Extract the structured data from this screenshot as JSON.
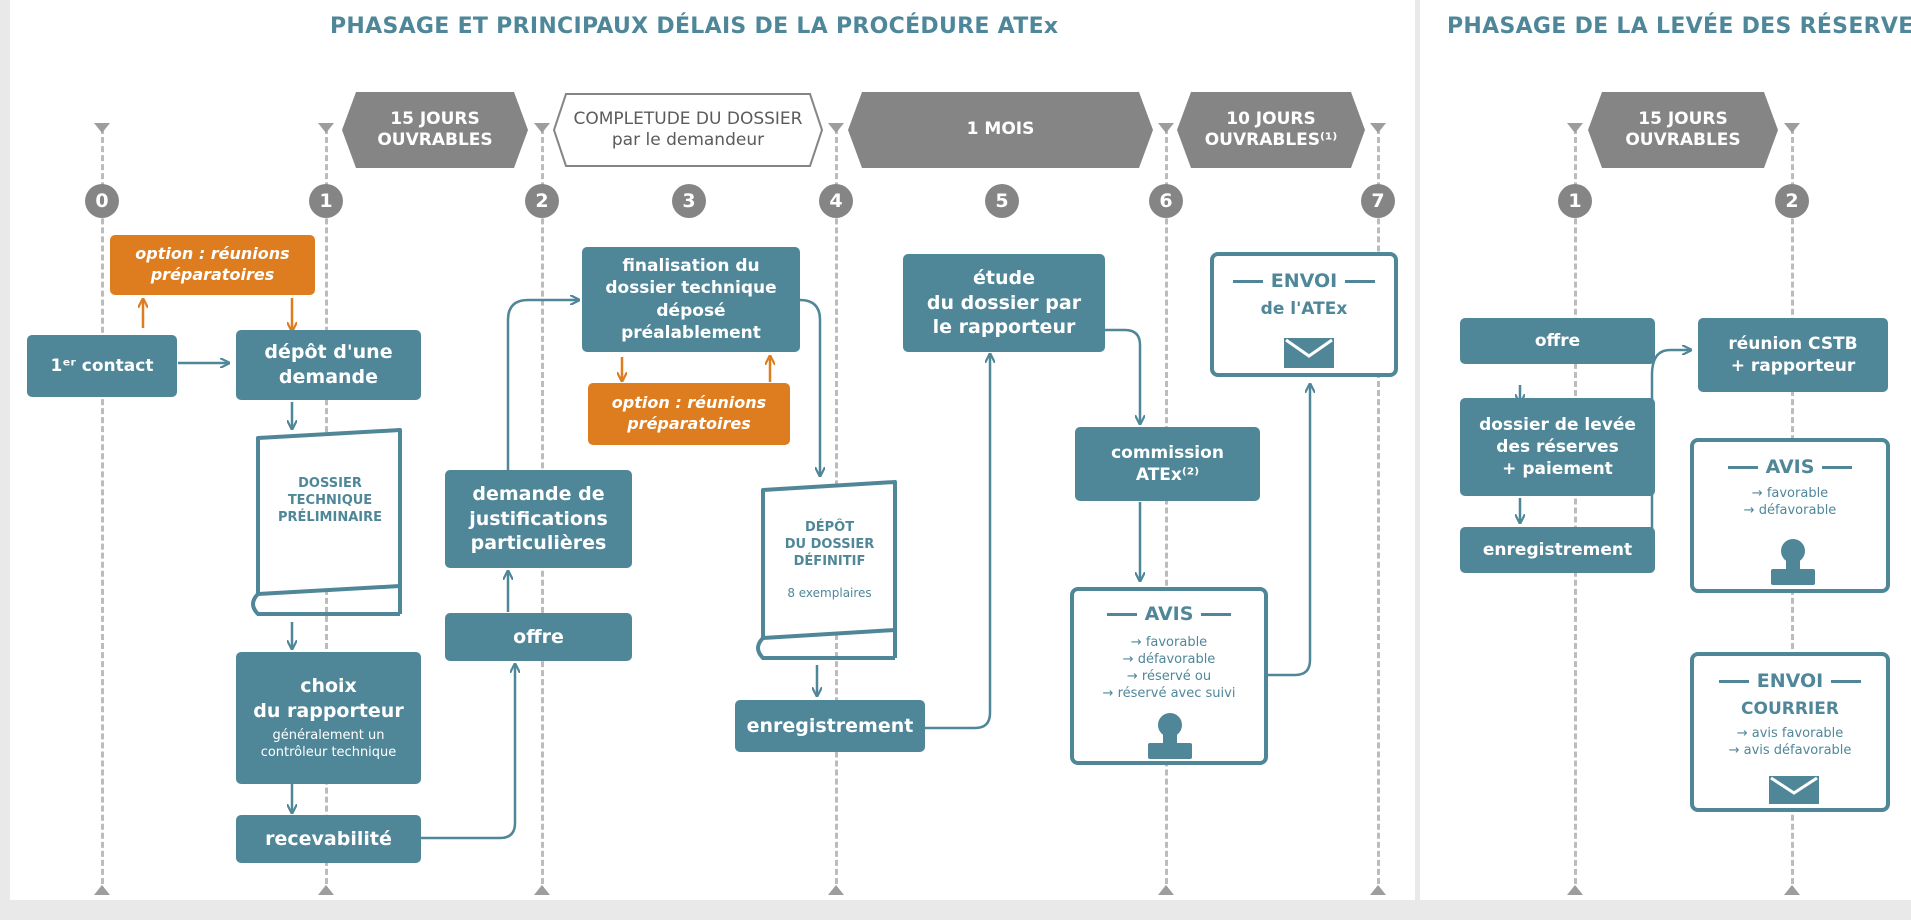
{
  "left_title": "PHASAGE ET PRINCIPAUX DÉLAIS DE LA PROCÉDURE ATEx",
  "right_title": "PHASAGE DE LA LEVÉE DES RÉSERVES",
  "bands": {
    "b1": "15 JOURS\nOUVRABLES",
    "b2": "COMPLETUDE DU DOSSIER\npar le demandeur",
    "b3": "1 MOIS",
    "b4": "10 JOURS\nOUVRABLES⁽¹⁾",
    "b5": "15 JOURS\nOUVRABLES"
  },
  "steps": [
    "0",
    "1",
    "2",
    "3",
    "4",
    "5",
    "6",
    "7"
  ],
  "right_steps": [
    "1",
    "2"
  ],
  "boxes": {
    "first_contact": "1ᵉʳ contact",
    "depot_demande": "dépôt d'une\ndemande",
    "choix_rapporteur": "choix\ndu rapporteur",
    "choix_sub": "généralement un\ncontrôleur technique",
    "recevabilite": "recevabilité",
    "demande_justif": "demande de\njustifications\nparticulières",
    "offre": "offre",
    "finalisation": "finalisation du\ndossier technique\ndéposé préalablement",
    "enregistrement": "enregistrement",
    "etude": "étude\ndu dossier par\nle rapporteur",
    "commission": "commission\nATEx⁽²⁾",
    "r_offre": "offre",
    "r_dossier": "dossier de levée\ndes réserves\n+ paiement",
    "r_enregistrement": "enregistrement",
    "r_reunion": "réunion CSTB\n+ rapporteur"
  },
  "options": {
    "opt1": "option : réunions\npréparatoires",
    "opt2": "option : réunions\npréparatoires"
  },
  "books": {
    "prelim": "DOSSIER\nTECHNIQUE\nPRÉLIMINAIRE",
    "definitif": "DÉPÔT\nDU DOSSIER\nDÉFINITIF",
    "definitif_sub": "8 exemplaires"
  },
  "cards": {
    "avis_title": "AVIS",
    "avis_items": "→ favorable\n→ défavorable\n→ réservé ou\n→ réservé avec suivi",
    "envoi_title": "ENVOI",
    "envoi_sub": "de l'ATEx",
    "r_avis_title": "AVIS",
    "r_avis_items": "→ favorable\n→ défavorable",
    "r_envoi_title": "ENVOI",
    "r_envoi_sub": "COURRIER",
    "r_envoi_items": "→ avis favorable\n→ avis défavorable"
  },
  "colors": {
    "teal": "#4f8799",
    "orange": "#de7d1f",
    "grey": "#858585"
  },
  "icons": [
    "envelope-icon",
    "stamp-icon"
  ]
}
